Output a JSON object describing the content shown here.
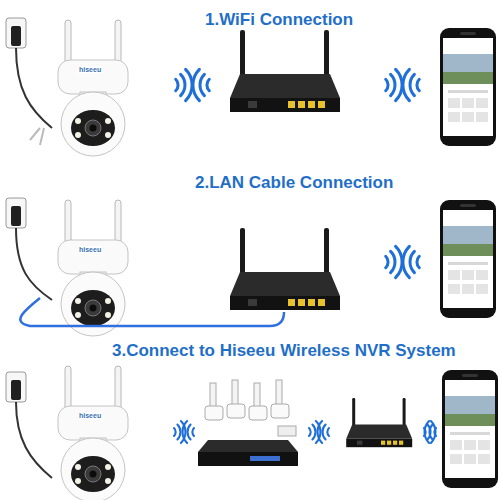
{
  "diagram": {
    "labels": [
      "1.WiFi Connection",
      "2.LAN Cable Connection",
      "3.Connect to Hiseeu Wireless NVR System",
      "hiseeu",
      "hiseeu",
      "hiseeu"
    ]
  }
}
